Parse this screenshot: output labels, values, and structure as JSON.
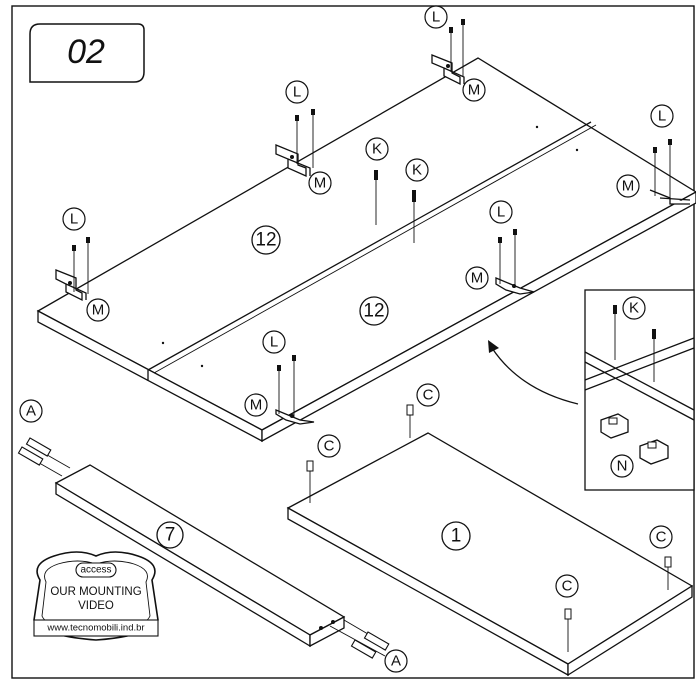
{
  "step": {
    "number": "02"
  },
  "parts": {
    "A": "A",
    "C": "C",
    "K": "K",
    "L": "L",
    "M": "M",
    "N": "N",
    "p1": "1",
    "p7": "7",
    "p12": "12"
  },
  "badge": {
    "access": "access",
    "line1": "OUR MOUNTING",
    "line2": "VIDEO",
    "url": "www.tecnomobili.ind.br"
  }
}
